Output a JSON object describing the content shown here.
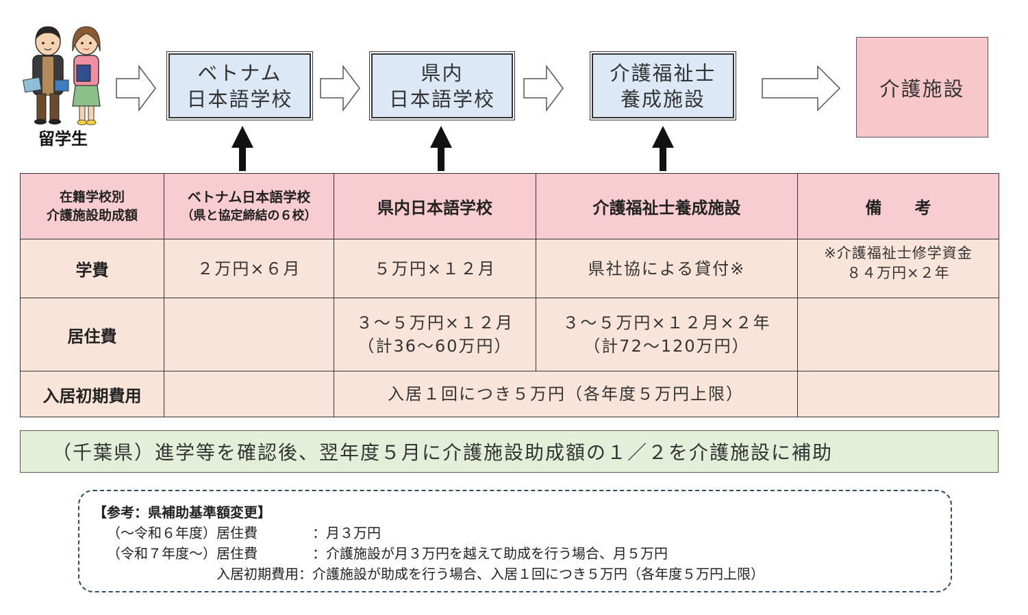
{
  "flow": {
    "student_caption": "留学生",
    "stages": [
      {
        "lines": [
          "ベトナム",
          "日本語学校"
        ]
      },
      {
        "lines": [
          "県内",
          "日本語学校"
        ]
      },
      {
        "lines": [
          "介護福祉士",
          "養成施設"
        ]
      }
    ],
    "final": "介護施設"
  },
  "table": {
    "header": {
      "corner": [
        "在籍学校別",
        "介護施設助成額"
      ],
      "col1": [
        "ベトナム日本語学校",
        "（県と協定締結の６校）"
      ],
      "col2": "県内日本語学校",
      "col3": "介護福祉士養成施設",
      "col4": "備　　考"
    },
    "rows": {
      "tuition": {
        "label": "学費",
        "vn": "２万円×６月",
        "local": "５万円×１２月",
        "care": "県社協による貸付※",
        "note": [
          "※介護福祉士修学資金",
          "８４万円×２年"
        ]
      },
      "housing": {
        "label": "居住費",
        "local": [
          "３～５万円×１２月",
          "（計36～60万円）"
        ],
        "care": [
          "３～５万円×１２月×２年",
          "（計72～120万円）"
        ]
      },
      "initial": {
        "label": "入居初期費用",
        "merged": "入居１回につき５万円（各年度５万円上限）"
      }
    }
  },
  "note_bar": "（千葉県）進学等を確認後、翌年度５月に介護施設助成額の１／２を介護施設に補助",
  "reference": {
    "title": "【参考：県補助基準額変更】",
    "line1": "（～令和６年度）居住費　　　　：月３万円",
    "line2": "（令和７年度～）居住費　　　　：介護施設が月３万円を越えて助成を行う場合、月５万円",
    "line3": "　　　　　　　　入居初期費用：介護施設が助成を行う場合、入居１回につき５万円（各年度５万円上限）"
  },
  "colors": {
    "stage_fill": "#dce8f5",
    "final_fill": "#f7c7c9",
    "header_fill": "#f8cdd1",
    "cell_fill": "#f8e4d8",
    "note_fill": "#e3efd9",
    "ref_border": "#2e4a6b"
  },
  "icons": [
    "students-illustration",
    "hollow-right-arrow",
    "up-arrow"
  ]
}
